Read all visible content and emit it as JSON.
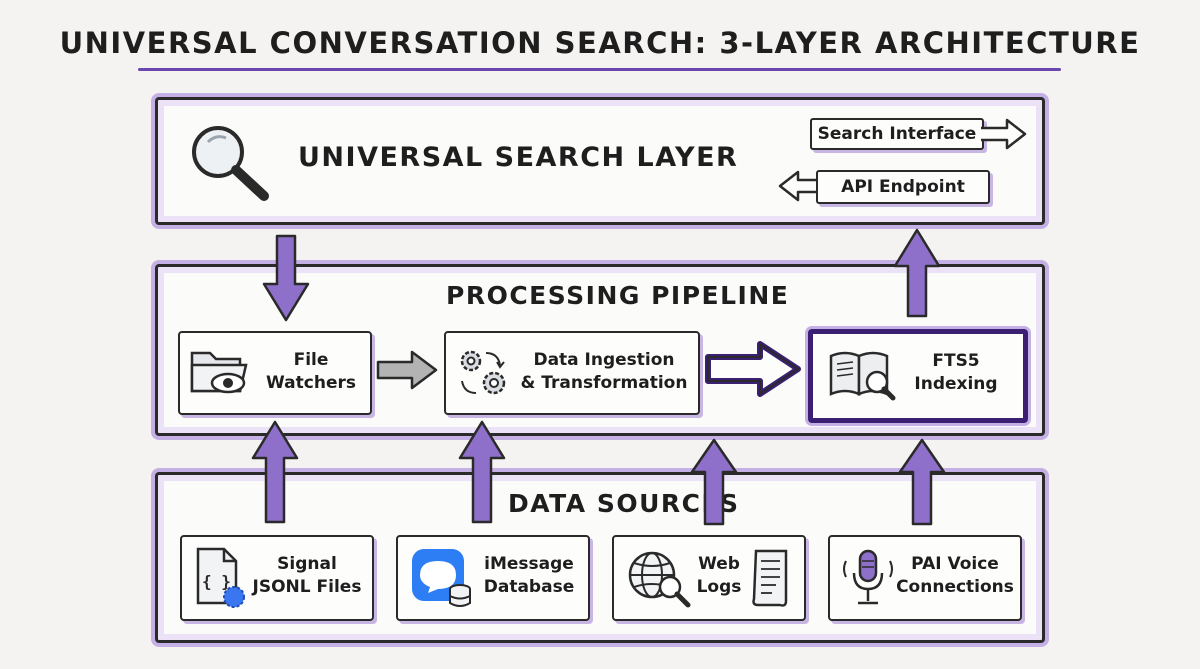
{
  "title": "UNIVERSAL CONVERSATION SEARCH: 3-LAYER ARCHITECTURE",
  "search_layer": {
    "title": "UNIVERSAL SEARCH LAYER",
    "search_interface": "Search Interface",
    "api_endpoint": "API Endpoint"
  },
  "processing": {
    "title": "PROCESSING PIPELINE",
    "file_watchers": [
      "File",
      "Watchers"
    ],
    "ingestion": [
      "Data Ingestion",
      "& Transformation"
    ],
    "indexing": [
      "FTS5",
      "Indexing"
    ]
  },
  "sources": {
    "title": "DATA SOURCES",
    "signal": [
      "Signal",
      "JSONL Files"
    ],
    "imessage": [
      "iMessage",
      "Database"
    ],
    "web": [
      "Web",
      "Logs"
    ],
    "voice": [
      "PAI Voice",
      "Connections"
    ]
  },
  "colors": {
    "accent": "#6b45b0",
    "arrow": "#8e6fc9",
    "glow": "#c5b0e6"
  },
  "icons": [
    "magnifier-icon",
    "folder-eye-icon",
    "gears-icon",
    "book-search-icon",
    "json-file-icon",
    "message-bubble-icon",
    "globe-search-icon",
    "scroll-document-icon",
    "microphone-icon"
  ]
}
